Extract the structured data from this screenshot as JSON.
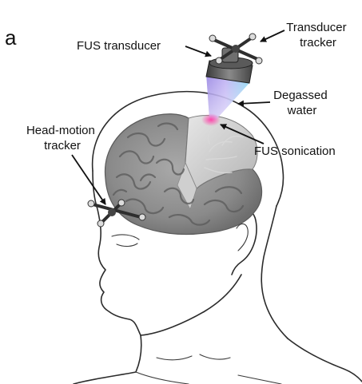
{
  "figure": {
    "panel_letter": "a",
    "labels": {
      "fus_transducer": "FUS transducer",
      "transducer_tracker_line1": "Transducer",
      "transducer_tracker_line2": "tracker",
      "degassed_water_line1": "Degassed",
      "degassed_water_line2": "water",
      "fus_sonication": "FUS sonication",
      "head_motion_tracker_line1": "Head-motion",
      "head_motion_tracker_line2": "tracker"
    }
  }
}
